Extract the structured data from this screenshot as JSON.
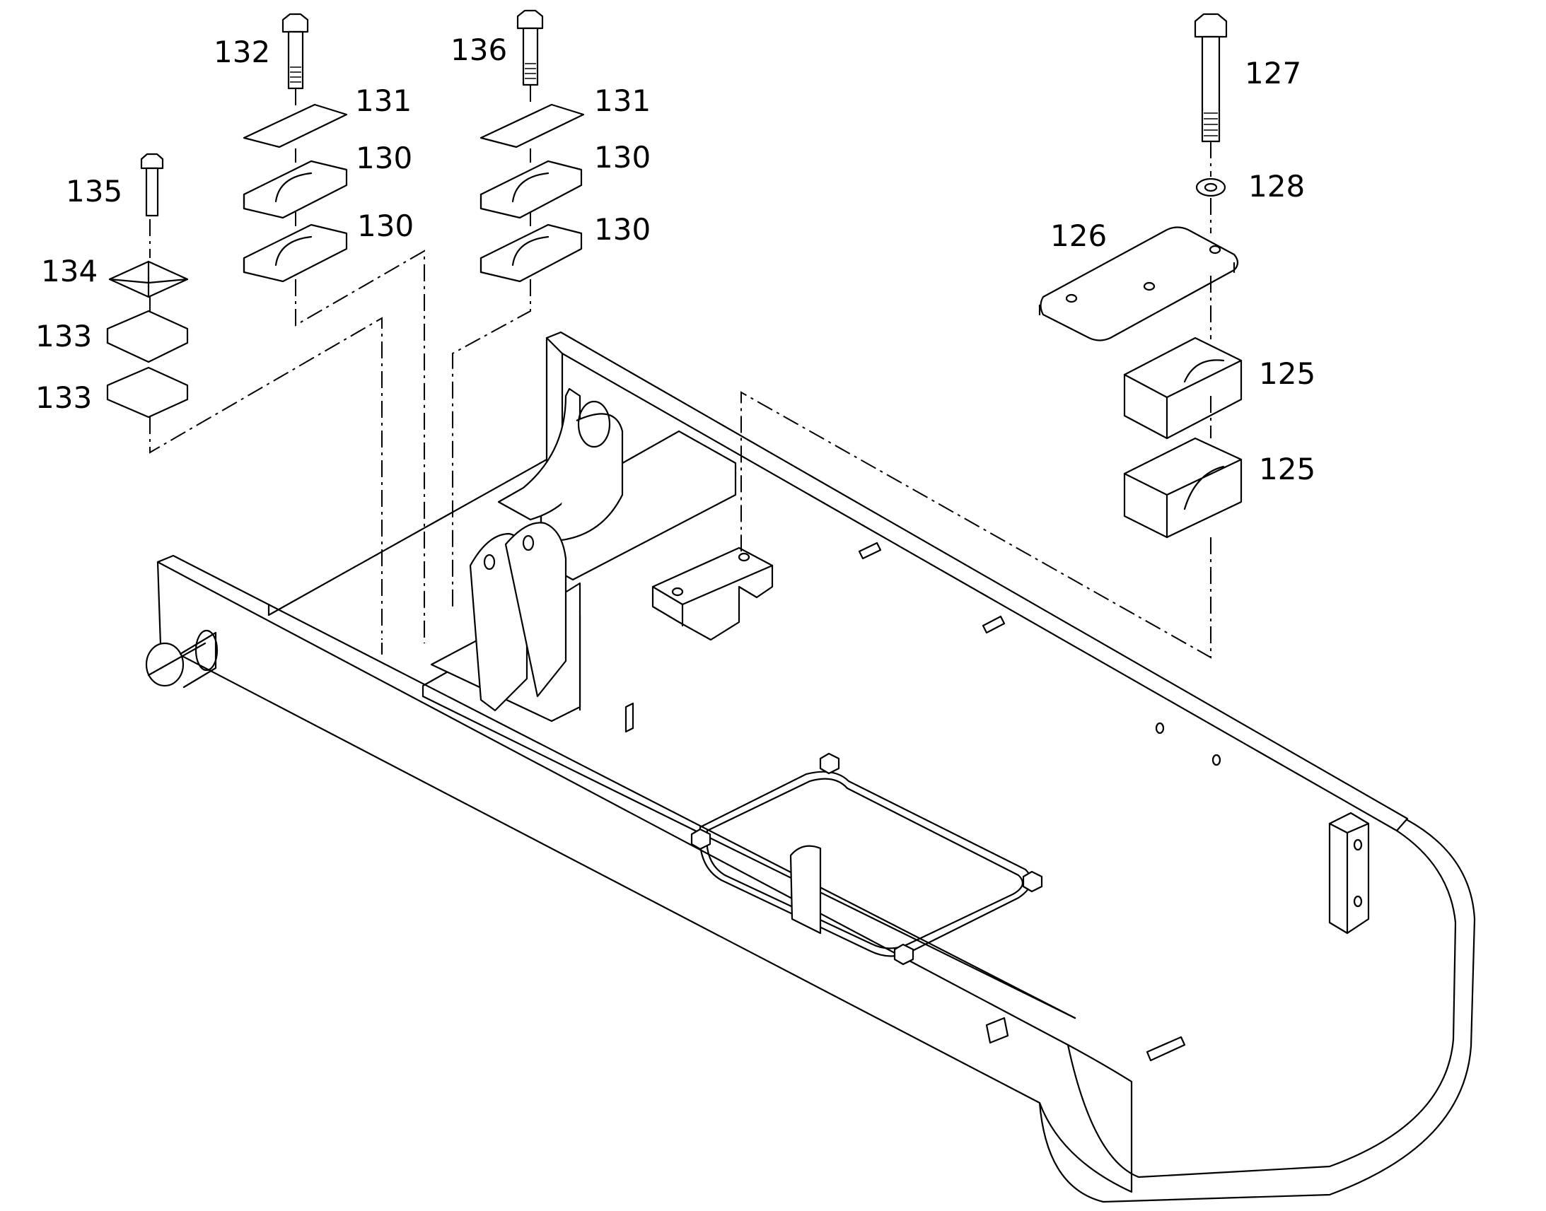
{
  "callouts": [
    {
      "id": "132",
      "text": "132"
    },
    {
      "id": "131a",
      "text": "131"
    },
    {
      "id": "130a",
      "text": "130"
    },
    {
      "id": "130b",
      "text": "130"
    },
    {
      "id": "136",
      "text": "136"
    },
    {
      "id": "131b",
      "text": "131"
    },
    {
      "id": "130c",
      "text": "130"
    },
    {
      "id": "130d",
      "text": "130"
    },
    {
      "id": "135",
      "text": "135"
    },
    {
      "id": "134",
      "text": "134"
    },
    {
      "id": "133a",
      "text": "133"
    },
    {
      "id": "133b",
      "text": "133"
    },
    {
      "id": "127",
      "text": "127"
    },
    {
      "id": "128",
      "text": "128"
    },
    {
      "id": "126",
      "text": "126"
    },
    {
      "id": "125a",
      "text": "125"
    },
    {
      "id": "125b",
      "text": "125"
    }
  ]
}
